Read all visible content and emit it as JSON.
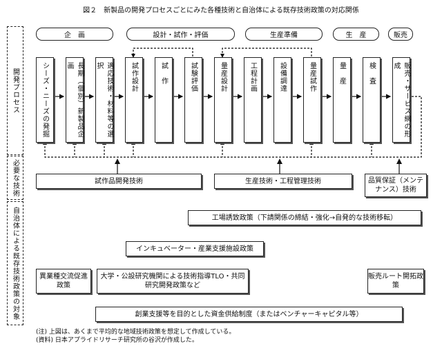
{
  "title": "図２　新製品の開発プロセスごとにみた各種技術と自治体による既存技術政策の対応関係",
  "side_labels": {
    "process": "開発プロセス",
    "tech": "必要な技術",
    "policy": "自治体による既存技術政策の対象"
  },
  "phases": [
    "企　画",
    "設計・試作・評価",
    "生産準備",
    "生　産",
    "販売"
  ],
  "steps": [
    "シーズ・ニーズの発掘",
    "長期（個別）新製品企画",
    "適応技術・材料等の選択",
    "試作設計",
    "試　作",
    "試験評価",
    "量産設計",
    "工程計画",
    "設備調達",
    "量産試作",
    "量　産",
    "検　査",
    "販売・サービス網の形成"
  ],
  "tech": {
    "prototype": "試作品開発技術",
    "production": "生産技術・工程管理技術",
    "quality": "品質保証（メンテナンス）技術"
  },
  "policies": {
    "factory": "工場誘致政策（下請関係の締結・強化→自発的な技術移転）",
    "incubator": "インキュベーター・産業支援施設政策",
    "exchange": "異業種交流促進政策",
    "university": "大学・公設研究機関による技術指導TLO・共同研究開発政策など",
    "sales": "販売ルート開拓政策",
    "funding": "創業支援等を目的とした資金供給制度（またはベンチャーキャピタル等）"
  },
  "notes": [
    "(注) 上図は、あくまで平均的な地域技術政策を想定して作成している。",
    "(資料) 日本アプライドリサーチ研究所の谷沢が作成した。"
  ]
}
